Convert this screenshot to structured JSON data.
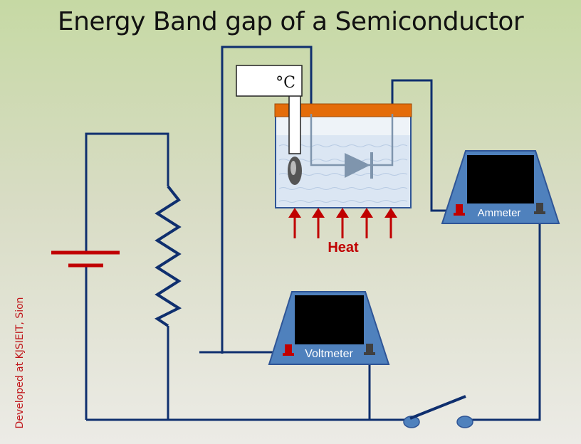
{
  "title": "Energy Band gap of a Semiconductor",
  "credit": "Developed at KJSIEIT, Sion",
  "thermometer_unit": "°C",
  "heat_label": "Heat",
  "ammeter_label": "Ammeter",
  "voltmeter_label": "Voltmeter",
  "colors": {
    "wire": "#0f2f6e",
    "meter_body": "#4f81bd",
    "heat_arrow": "#c00000",
    "lid": "#e46c0a",
    "positive_terminal": "#c00000",
    "negative_terminal": "#404040"
  }
}
